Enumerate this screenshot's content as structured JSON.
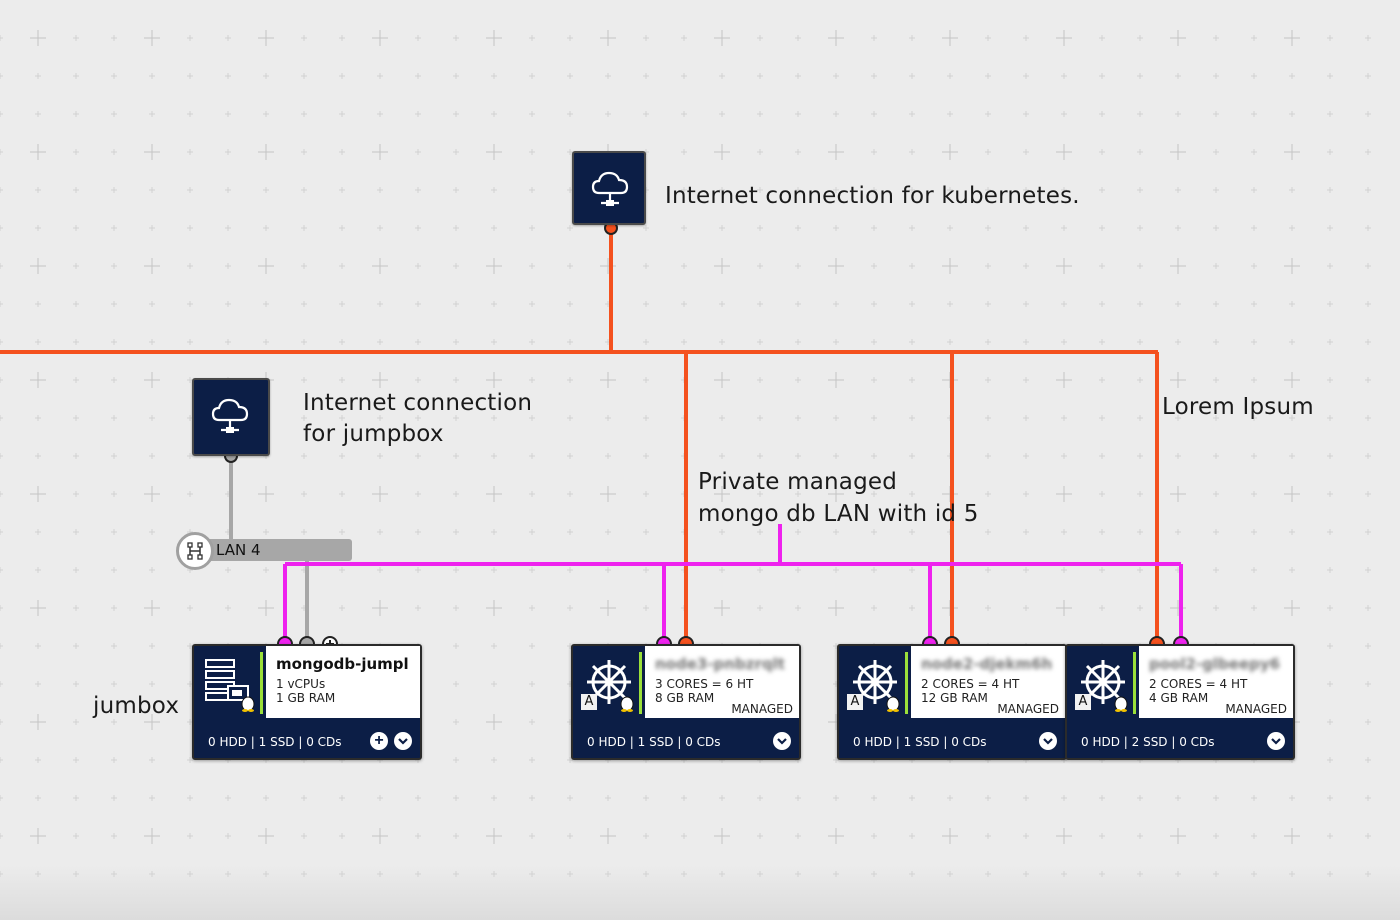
{
  "labels": {
    "inet_k8s": "Internet connection for kubernetes.",
    "inet_jump_line1": "Internet connection",
    "inet_jump_line2": "for jumpbox",
    "lorem": "Lorem Ipsum",
    "private_line1": "Private managed",
    "private_line2": "mongo db LAN with id 5",
    "jumbox": "jumbox"
  },
  "lan": {
    "label": "LAN 4"
  },
  "colors": {
    "public_lan": "#f4511e",
    "private_lan": "#ee22ee",
    "gray_lan": "#a7a7a7",
    "server_bg": "#0c1e46",
    "status_green": "#9be03a"
  },
  "servers": [
    {
      "name": "mongodb-jumpl",
      "spec1": "1 vCPUs",
      "spec2": "1 GB RAM",
      "managed": "",
      "storage": "0 HDD | 1 SSD | 0 CDs",
      "icon": "server-rack-icon",
      "add_button": "+",
      "expand_button": "chevron-down-icon"
    },
    {
      "name": "node3-pnbzrqlt",
      "spec1": "3 CORES = 6 HT",
      "spec2": "8 GB RAM",
      "managed": "MANAGED",
      "storage": "0 HDD | 1 SSD | 0 CDs",
      "icon": "kubernetes-helm-icon",
      "expand_button": "chevron-down-icon"
    },
    {
      "name": "node2-djekm6h",
      "spec1": "2 CORES = 4 HT",
      "spec2": "12 GB RAM",
      "managed": "MANAGED",
      "storage": "0 HDD | 1 SSD | 0 CDs",
      "icon": "kubernetes-helm-icon",
      "expand_button": "chevron-down-icon"
    },
    {
      "name": "pool2-glbeepy6",
      "spec1": "2 CORES = 4 HT",
      "spec2": "4 GB RAM",
      "managed": "MANAGED",
      "storage": "0 HDD | 2 SSD | 0 CDs",
      "icon": "kubernetes-helm-icon",
      "expand_button": "chevron-down-icon"
    }
  ],
  "badge_letter": "A"
}
